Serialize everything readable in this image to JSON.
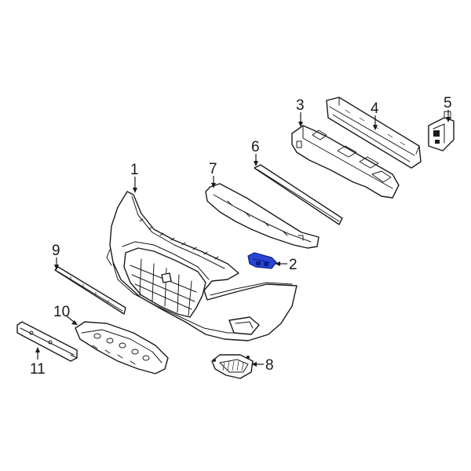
{
  "colors": {
    "line": "#1a1a1a",
    "highlight": "#2b46d4",
    "highlight_dark": "#0b1f8a",
    "background": "#ffffff"
  },
  "callouts": [
    {
      "id": "1",
      "label": "1"
    },
    {
      "id": "2",
      "label": "2"
    },
    {
      "id": "3",
      "label": "3"
    },
    {
      "id": "4",
      "label": "4"
    },
    {
      "id": "5",
      "label": "5"
    },
    {
      "id": "6",
      "label": "6"
    },
    {
      "id": "7",
      "label": "7"
    },
    {
      "id": "8",
      "label": "8"
    },
    {
      "id": "9",
      "label": "9"
    },
    {
      "id": "10",
      "label": "10"
    },
    {
      "id": "11",
      "label": "11"
    }
  ],
  "highlighted_part": "2"
}
